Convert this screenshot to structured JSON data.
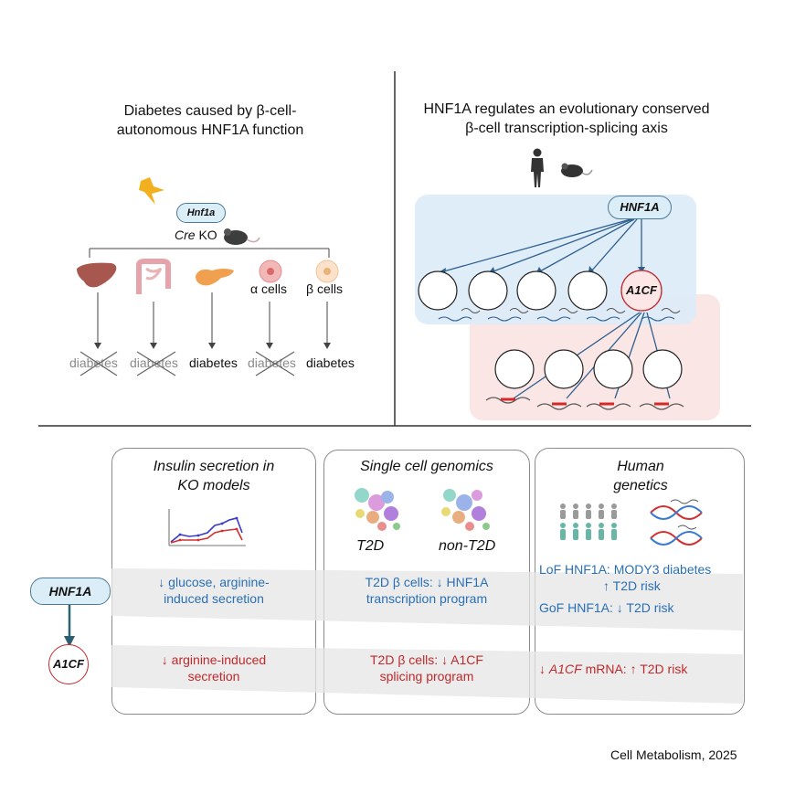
{
  "top_left": {
    "title_line1": "Diabetes caused by β-cell-",
    "title_line2": "autonomous HNF1A function",
    "gene_pill": "Hnf1a",
    "cre": "Cre",
    "ko": "KO",
    "alpha_cells": "α cells",
    "beta_cells": "β cells",
    "outcomes": [
      "diabetes",
      "diabetes",
      "diabetes",
      "diabetes",
      "diabetes"
    ]
  },
  "top_right": {
    "title_line1": "HNF1A regulates an evolutionary conserved",
    "title_line2": "β-cell transcription-splicing axis",
    "hnf1a": "HNF1A",
    "a1cf": "A1CF"
  },
  "left_labels": {
    "hnf1a": "HNF1A",
    "a1cf": "A1CF"
  },
  "panels": [
    {
      "title_line1": "Insulin secretion in",
      "title_line2": "KO models",
      "blue_line1": "↓ glucose, arginine-",
      "blue_line2": "induced secretion",
      "red_line1": "↓ arginine-induced",
      "red_line2": "secretion"
    },
    {
      "title_line1": "Single cell genomics",
      "umap1": "T2D",
      "umap2": "non-T2D",
      "blue_line1": "T2D β cells: ↓ HNF1A",
      "blue_line2": "transcription program",
      "red_line1": "T2D β cells: ↓ A1CF",
      "red_line2": "splicing program"
    },
    {
      "title_line1": "Human",
      "title_line2": "genetics",
      "blue_line1": "LoF HNF1A:  MODY3 diabetes",
      "blue_line2": "↑ T2D risk",
      "blue_line3": "GoF HNF1A: ↓ T2D risk",
      "red_pre": "↓ ",
      "red_gene": "A1CF",
      "red_post": " mRNA: ↑ T2D risk"
    }
  ],
  "citation": "Cell Metabolism, 2025",
  "colors": {
    "blue_text": "#2a6fb5",
    "red_text": "#c0282b",
    "pill_fill": "#dbeef7",
    "blue_box": "#dcebf7",
    "pink_box": "#fbe3e3"
  }
}
